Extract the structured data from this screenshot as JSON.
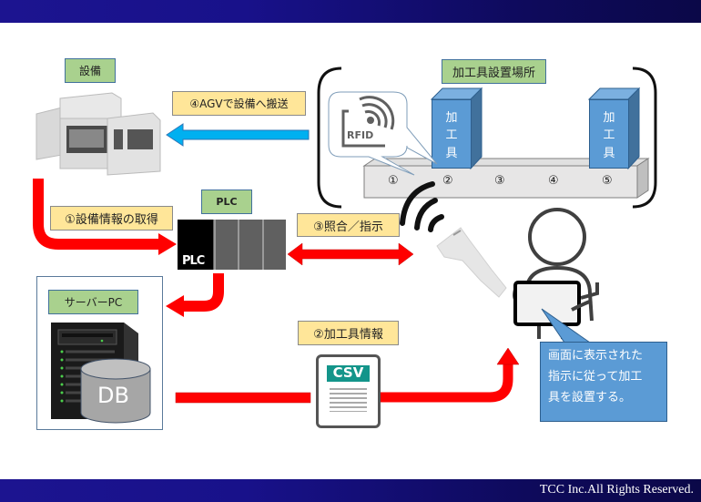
{
  "footer": {
    "copyright": "TCC Inc.All Rights Reserved."
  },
  "equipment": {
    "label": "設備"
  },
  "step4": {
    "label": "④AGVで設備へ搬送"
  },
  "location": {
    "label": "加工具設置場所",
    "slots": [
      "①",
      "②",
      "③",
      "④",
      "⑤"
    ],
    "tool_text": [
      "加",
      "工",
      "具"
    ]
  },
  "rfid": {
    "label": "RFID"
  },
  "plc": {
    "label": "PLC",
    "device_text": "PLC"
  },
  "step1": {
    "label": "①設備情報の取得"
  },
  "step3": {
    "label": "③照合／指示"
  },
  "server": {
    "label": "サーバーPC",
    "db_label": "DB"
  },
  "step2": {
    "label": "②加工具情報"
  },
  "csv": {
    "label": "CSV"
  },
  "instruction": {
    "lines": [
      "画面に表示された",
      "指示に従って加工",
      "具を設置する。"
    ]
  },
  "colors": {
    "arrow_red": "#ff0000",
    "arrow_blue": "#00b0f0",
    "tool_blue": "#5b9bd5",
    "label_green": "#a9d18e",
    "label_yellow": "#ffe699",
    "csv_teal": "#13958a"
  }
}
